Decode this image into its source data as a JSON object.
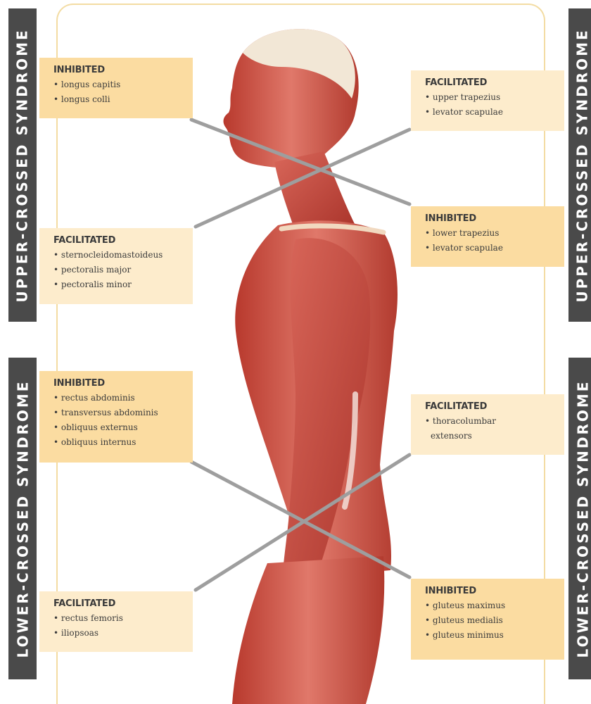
{
  "side_labels": {
    "upper": "UPPER-CROSSED SYNDROME",
    "lower": "LOWER-CROSSED SYNDROME"
  },
  "colors": {
    "band": "#4a4a4a",
    "inhibited_box": "#fbdca1",
    "facilitated_box": "#fdeccc",
    "muscle": "#c94a3c",
    "connector": "#9e9e9e",
    "frame": "#f3dca3"
  },
  "boxes": {
    "upper_left_inhibited": {
      "title": "INHIBITED",
      "items": [
        "longus capitis",
        "longus colli"
      ]
    },
    "upper_right_facilitated": {
      "title": "FACILITATED",
      "items": [
        "upper trapezius",
        "levator scapulae"
      ]
    },
    "upper_right_inhibited": {
      "title": "INHIBITED",
      "items": [
        "lower trapezius",
        "levator scapulae"
      ]
    },
    "upper_left_facilitated": {
      "title": "FACILITATED",
      "items": [
        "sternocleidomastoideus",
        "pectoralis major",
        "pectoralis minor"
      ]
    },
    "lower_left_inhibited": {
      "title": "INHIBITED",
      "items": [
        "rectus abdominis",
        "transversus abdominis",
        "obliquus externus",
        "obliquus internus"
      ]
    },
    "lower_right_facilitated": {
      "title": "FACILITATED",
      "items": [
        "thoracolumbar",
        "extensors"
      ]
    },
    "lower_left_facilitated": {
      "title": "FACILITATED",
      "items": [
        "rectus femoris",
        "iliopsoas"
      ]
    },
    "lower_right_inhibited": {
      "title": "INHIBITED",
      "items": [
        "gluteus maximus",
        "gluteus medialis",
        "gluteus minimus"
      ]
    }
  }
}
